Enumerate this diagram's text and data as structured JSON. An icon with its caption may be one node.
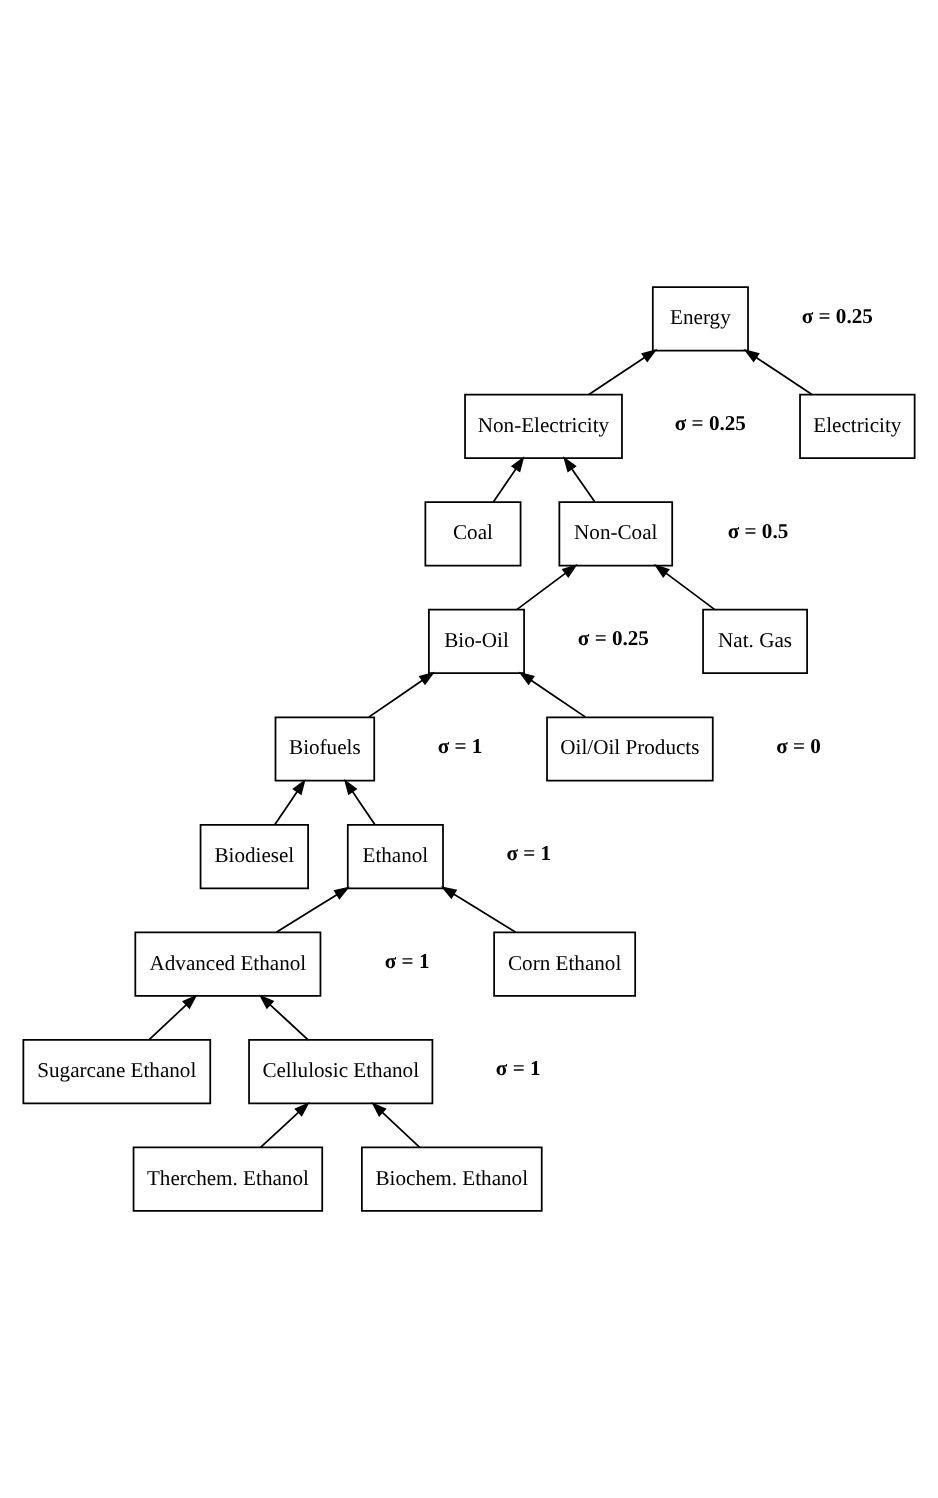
{
  "diagram": {
    "nodes": [
      {
        "text": [
          "Energy"
        ],
        "beside": [
          "σ = 0.25"
        ]
      },
      {
        "text": [
          "Non-Electricity"
        ],
        "beside": [
          "σ = 0.25"
        ]
      },
      {
        "text": [
          "Electricity"
        ]
      },
      {
        "text": [
          "Coal"
        ]
      },
      {
        "text": [
          "Non-Coal"
        ],
        "beside": [
          "σ = 0.5"
        ]
      },
      {
        "text": [
          "Bio-Oil"
        ],
        "beside": [
          "σ = 0.25"
        ]
      },
      {
        "text": [
          "Nat. Gas"
        ]
      },
      {
        "text": [
          "Biofuels"
        ],
        "beside": [
          "σ = 1"
        ]
      },
      {
        "text": [
          "Oil/Oil Products"
        ],
        "beside": [
          "σ = 0"
        ]
      },
      {
        "text": [
          "Biodiesel"
        ]
      },
      {
        "text": [
          "Ethanol"
        ],
        "beside": [
          "σ = 1"
        ]
      },
      {
        "text": [
          "Advanced Ethanol"
        ],
        "beside": [
          "σ = 1"
        ]
      },
      {
        "text": [
          "Corn Ethanol"
        ]
      },
      {
        "text": [
          "Sugarcane Ethanol"
        ]
      },
      {
        "text": [
          "Cellulosic Ethanol"
        ],
        "beside": [
          "σ = 1"
        ]
      },
      {
        "text": [
          "Therchem. Ethanol"
        ]
      },
      {
        "text": [
          "Biochem. Ethanol"
        ]
      }
    ],
    "edges": [
      {
        "from": 1,
        "to": 0,
        "arrow": "to"
      },
      {
        "from": 2,
        "to": 0,
        "arrow": "to"
      },
      {
        "from": 3,
        "to": 1,
        "arrow": "to"
      },
      {
        "from": 4,
        "to": 1,
        "arrow": "to"
      },
      {
        "from": 5,
        "to": 4,
        "arrow": "to"
      },
      {
        "from": 6,
        "to": 4,
        "arrow": "to"
      },
      {
        "from": 7,
        "to": 5,
        "arrow": "to"
      },
      {
        "from": 8,
        "to": 5,
        "arrow": "to"
      },
      {
        "from": 9,
        "to": 7,
        "arrow": "to"
      },
      {
        "from": 10,
        "to": 7,
        "arrow": "to"
      },
      {
        "from": 11,
        "to": 10,
        "arrow": "to"
      },
      {
        "from": 12,
        "to": 10,
        "arrow": "to"
      },
      {
        "from": 13,
        "to": 11,
        "arrow": "to"
      },
      {
        "from": 14,
        "to": 11,
        "arrow": "to"
      },
      {
        "from": 15,
        "to": 14,
        "arrow": "to"
      },
      {
        "from": 16,
        "to": 14,
        "arrow": "to"
      }
    ]
  }
}
